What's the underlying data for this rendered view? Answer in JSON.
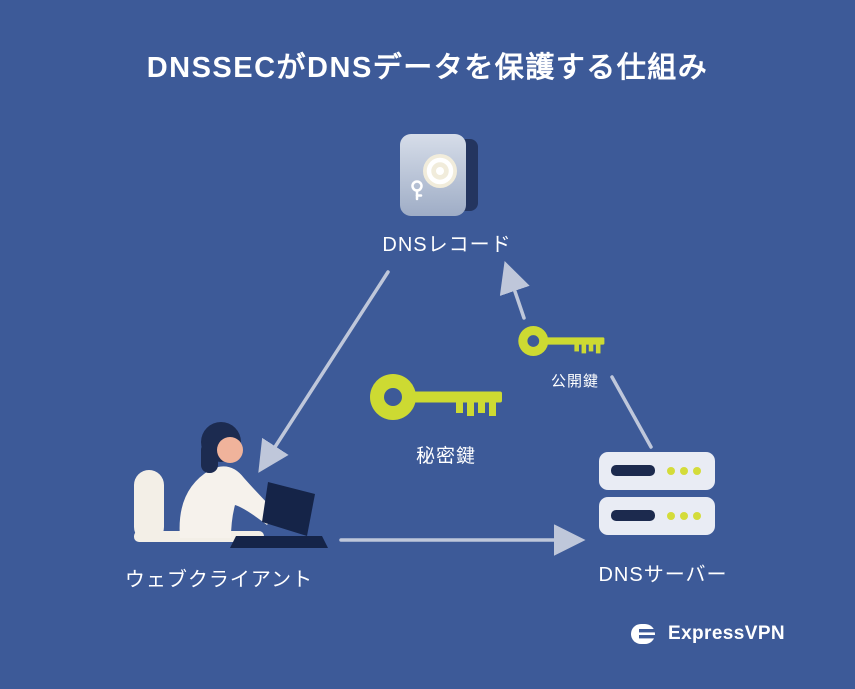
{
  "title": "DNSSECがDNSデータを保護する仕組み",
  "nodes": {
    "dns_record": {
      "label": "DNSレコード",
      "icon": "safe-icon"
    },
    "private_key": {
      "label": "秘密鍵",
      "icon": "key-icon"
    },
    "public_key": {
      "label": "公開鍵",
      "icon": "key-icon"
    },
    "web_client": {
      "label": "ウェブクライアント",
      "icon": "person-laptop-illustration"
    },
    "dns_server": {
      "label": "DNSサーバー",
      "icon": "server-icon"
    }
  },
  "edges": [
    {
      "from": "dns_record",
      "to": "web_client",
      "style": "arrow"
    },
    {
      "from": "public_key",
      "to": "dns_record",
      "style": "arrow"
    },
    {
      "from": "dns_server",
      "to": "public_key",
      "style": "line"
    },
    {
      "from": "web_client",
      "to": "dns_server",
      "style": "arrow"
    }
  ],
  "branding": {
    "logo_text": "ExpressVPN",
    "logo_icon": "expressvpn-logo-icon"
  },
  "colors": {
    "background": "#3d5a98",
    "text": "#ffffff",
    "key": "#cdda32",
    "arrow": "#c6cdde",
    "server-body": "#e9ecf4",
    "server-slot": "#1c2a4e",
    "server-dot": "#d4dc3a",
    "safe-front-1": "#d6dde9",
    "safe-front-2": "#9fadc6",
    "safe-side": "#24355f",
    "safe-dial": "#f1ecdb",
    "laptop": "#152448",
    "skin": "#f0b39b",
    "hair": "#1c2b50",
    "shirt": "#f6f2ec",
    "chair": "#f3efe7"
  }
}
